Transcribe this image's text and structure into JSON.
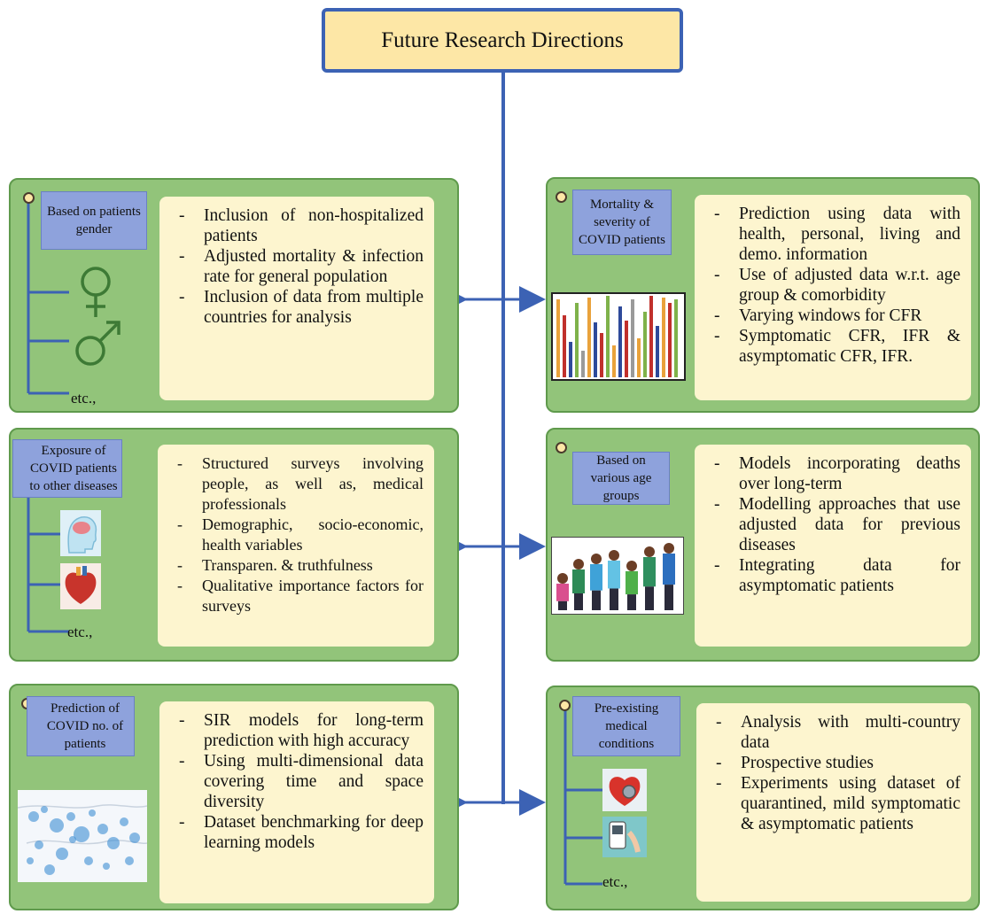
{
  "title": "Future Research Directions",
  "colors": {
    "trunk": "#3c62b4",
    "panel": "#92c47a",
    "label": "#8ea2dc",
    "text_box": "#fdf5cf",
    "title_fill": "#fde7a6"
  },
  "panels": [
    {
      "label": "Based on patients gender",
      "icons": [
        "female-symbol-icon",
        "male-symbol-icon"
      ],
      "etc": "etc.,",
      "bullets": [
        "Inclusion of non-hospitalized patients",
        "Adjusted mortality & infection rate for general population",
        "Inclusion of data from multiple countries for analysis"
      ]
    },
    {
      "label": "Mortality & severity of COVID patients",
      "icons": [
        "bar-chart-image"
      ],
      "bullets": [
        "Prediction using data with health, personal, living and demo. information",
        "Use of adjusted data w.r.t. age group & comorbidity",
        "Varying windows for CFR",
        "Symptomatic CFR, IFR & asymptomatic CFR, IFR."
      ]
    },
    {
      "label": "Exposure of COVID patients to other diseases",
      "icons": [
        "brain-head-icon",
        "heart-organ-icon"
      ],
      "etc": "etc.,",
      "bullets": [
        "Structured surveys involving people, as well as, medical professionals",
        "Demographic, socio-economic, health variables",
        "Transparen. & truthfulness",
        "Qualitative importance factors for surveys"
      ]
    },
    {
      "label": "Based on various age groups",
      "icons": [
        "age-groups-people-image"
      ],
      "bullets": [
        "Models incorporating deaths over long-term",
        "Modelling approaches that use adjusted data for previous diseases",
        "Integrating data for asymptomatic patients"
      ]
    },
    {
      "label": "Prediction of COVID no. of patients",
      "icons": [
        "world-map-image"
      ],
      "bullets": [
        "SIR models for long-term prediction with high accuracy",
        "Using multi-dimensional data covering time and space diversity",
        "Dataset benchmarking for deep learning models"
      ]
    },
    {
      "label": "Pre-existing medical conditions",
      "icons": [
        "heart-stethoscope-icon",
        "glucose-meter-icon"
      ],
      "etc": "etc.,",
      "bullets": [
        "Analysis with multi-country data",
        "Prospective studies",
        "Experiments using dataset of quarantined, mild symptomatic & asymptomatic patients"
      ]
    }
  ]
}
